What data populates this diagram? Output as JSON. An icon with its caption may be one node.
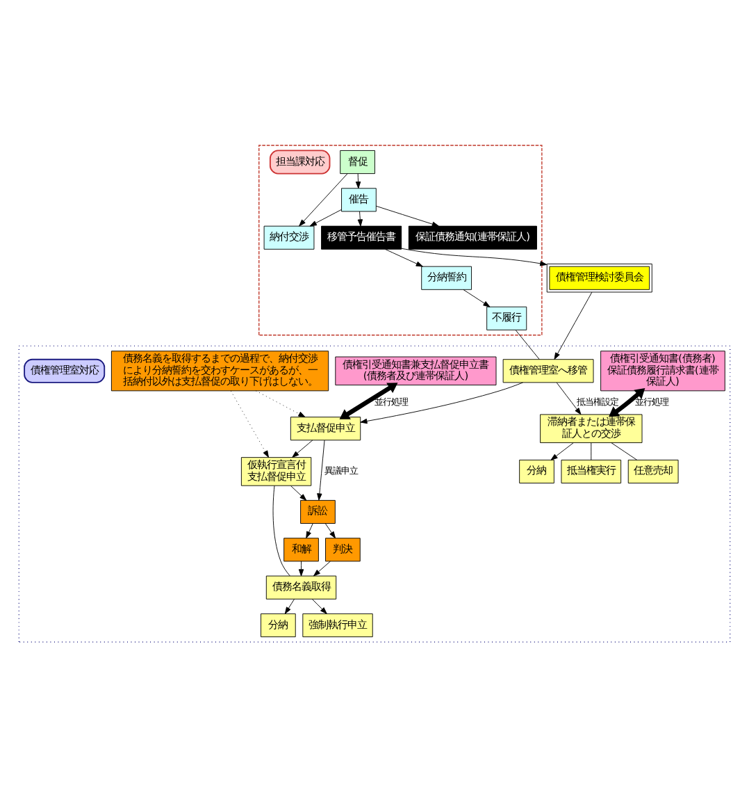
{
  "diagram": {
    "nodes": [
      {
        "text": [],
        "shape": "box"
      },
      {
        "text": [
          "督促"
        ],
        "in": 0
      },
      {
        "text": [
          "納付交渉"
        ],
        "in": 0
      },
      {
        "text": [
          "催告"
        ],
        "in": 0
      },
      {
        "text": [
          "分納誓約"
        ],
        "in": 0
      },
      {
        "text": [
          "移管予告催告書"
        ],
        "in": 0
      },
      {
        "text": [
          "保証債務通知(連帯保証人)"
        ],
        "in": 0
      },
      {
        "text": [
          "不履行"
        ],
        "in": 0
      },
      {
        "text": [
          "担当課対応"
        ],
        "in": 0
      },
      {
        "text": [
          "債権管理検討委員会"
        ]
      },
      {
        "text": [],
        "shape": "box"
      },
      {
        "text": [
          "債権引受通知書(債務者) 保証債務履行請求書(連帯保証人)"
        ],
        "in": 10
      },
      {
        "text": [
          "債権管理室へ移管"
        ],
        "in": 10
      },
      {
        "text": [
          "債権引受通知書兼支払督促申立書 (債務者及び連帯保証人)"
        ],
        "in": 10
      },
      {
        "text": [
          "滞納者または連帯保証人との交渉"
        ],
        "in": 10
      },
      {
        "text": [
          "支払督促申立"
        ],
        "in": 10
      },
      {
        "text": [
          "訴訟"
        ],
        "in": 10
      },
      {
        "text": [
          "仮執行宣言付支払督促申立"
        ],
        "in": 10
      },
      {
        "text": [
          "分納"
        ],
        "in": 10
      },
      {
        "text": [
          "抵当権実行"
        ],
        "in": 10
      },
      {
        "text": [
          "任意売却"
        ],
        "in": 10
      },
      {
        "text": [
          "判決"
        ],
        "in": 10
      },
      {
        "text": [
          "和解"
        ],
        "in": 10
      },
      {
        "text": [
          "債務名義取得"
        ],
        "in": 10
      },
      {
        "text": [
          "債務名義を取得するまでの過程で、納付交渉により分納誓約を交わすケースがあるが、一括納付以外は支払督促の取り下げはしない。"
        ],
        "in": 10
      },
      {
        "text": [
          "分納"
        ],
        "in": 10
      },
      {
        "text": [
          "強制執行申立"
        ],
        "in": 10
      },
      {
        "text": [
          "債権管理室対応"
        ],
        "in": 10
      }
    ],
    "edges": [
      {
        "from": 1,
        "to": 2,
        "arrow": "to"
      },
      {
        "from": 1,
        "to": 3,
        "arrow": "to"
      },
      {
        "from": 3,
        "to": 2,
        "arrow": "to"
      },
      {
        "from": 3,
        "to": 5,
        "arrow": "to"
      },
      {
        "from": 3,
        "to": 6,
        "arrow": "to"
      },
      {
        "from": 5,
        "to": 4,
        "arrow": "to"
      },
      {
        "from": 4,
        "to": 7,
        "arrow": "to"
      },
      {
        "from": 5,
        "to": 9,
        "arrow": "to"
      },
      {
        "from": 7,
        "to": 12,
        "arrow": "none"
      },
      {
        "from": 9,
        "to": 12,
        "arrow": "to"
      },
      {
        "from": 12,
        "to": 14,
        "arrow": "to",
        "label": "抵当権設定"
      },
      {
        "from": 12,
        "to": 15,
        "arrow": "to"
      },
      {
        "from": 11,
        "to": 14,
        "arrow": "both",
        "label": "並行処理",
        "style": "thick"
      },
      {
        "from": 13,
        "to": 15,
        "arrow": "both",
        "label": "並行処理",
        "style": "thick"
      },
      {
        "from": 14,
        "to": 18,
        "arrow": "to"
      },
      {
        "from": 14,
        "to": 19,
        "arrow": "none"
      },
      {
        "from": 14,
        "to": 20,
        "arrow": "none"
      },
      {
        "from": 15,
        "to": 17,
        "arrow": "to"
      },
      {
        "from": 15,
        "to": 16,
        "arrow": "to",
        "label": "異議申立"
      },
      {
        "from": 17,
        "to": 16,
        "arrow": "to"
      },
      {
        "from": 16,
        "to": 21,
        "arrow": "to"
      },
      {
        "from": 16,
        "to": 22,
        "arrow": "to"
      },
      {
        "from": 21,
        "to": 23,
        "arrow": "to"
      },
      {
        "from": 22,
        "to": 23,
        "arrow": "to"
      },
      {
        "from": 17,
        "to": 23,
        "arrow": "none"
      },
      {
        "from": 23,
        "to": 25,
        "arrow": "to"
      },
      {
        "from": 23,
        "to": 26,
        "arrow": "to"
      },
      {
        "from": 24,
        "to": 15,
        "arrow": "to",
        "style": "dashed"
      },
      {
        "from": 24,
        "to": 17,
        "arrow": "to",
        "style": "dashed"
      }
    ]
  }
}
